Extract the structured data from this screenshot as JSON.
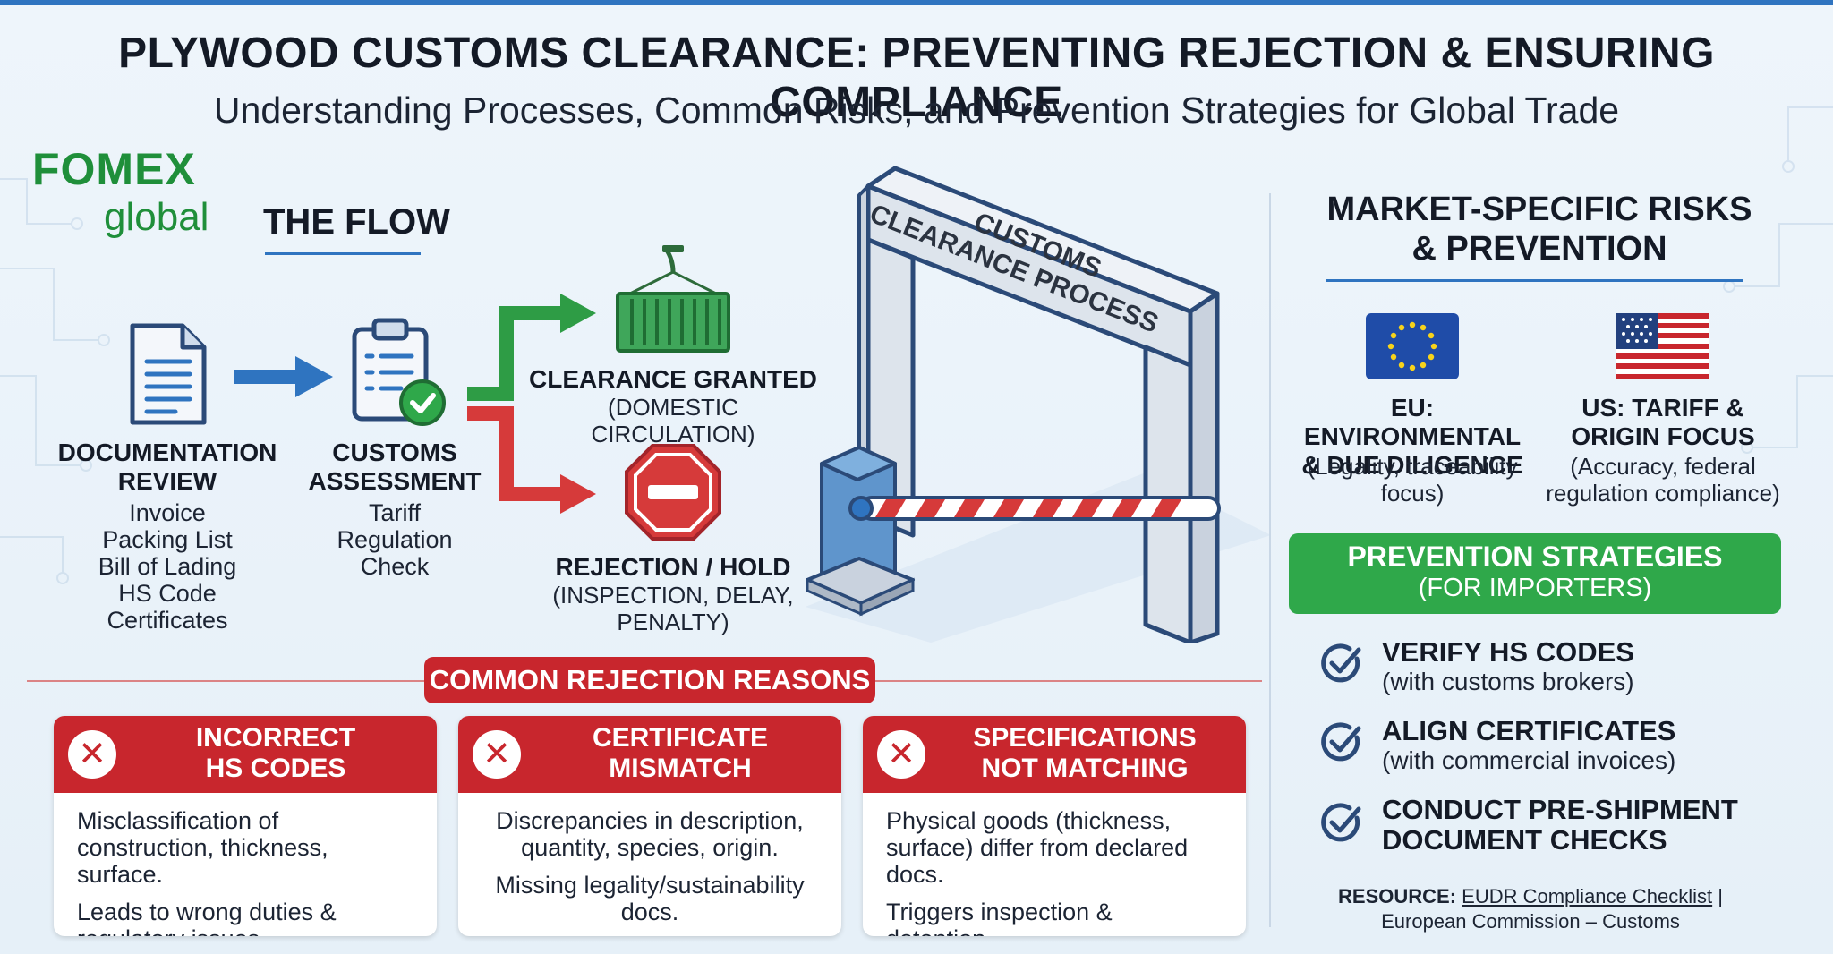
{
  "header": {
    "title": "PLYWOOD CUSTOMS CLEARANCE: PREVENTING REJECTION & ENSURING COMPLIANCE",
    "subtitle": "Understanding Processes, Common Risks, and Prevention Strategies for Global Trade"
  },
  "brand": {
    "logo_main": "FOMEX",
    "logo_sub": "global",
    "color": "#1f8f3a"
  },
  "flow": {
    "title": "THE FLOW",
    "steps": [
      {
        "title_lines": [
          "DOCUMENTATION",
          "REVIEW"
        ],
        "items": [
          "Invoice",
          "Packing List",
          "Bill of Lading",
          "HS Code",
          "Certificates"
        ],
        "icon": "document-icon"
      },
      {
        "title_lines": [
          "CUSTOMS",
          "ASSESSMENT"
        ],
        "items": [
          "Tariff",
          "Regulation",
          "Check"
        ],
        "icon": "clipboard-check-icon"
      }
    ],
    "outcomes": {
      "granted": {
        "title": "CLEARANCE GRANTED",
        "sub": "(DOMESTIC CIRCULATION)",
        "icon": "shipping-container-icon",
        "color": "#2e9c45"
      },
      "rejection": {
        "title": "REJECTION / HOLD",
        "sub_lines": [
          "(INSPECTION, DELAY,",
          "PENALTY)"
        ],
        "icon": "stop-sign-icon",
        "color": "#d63a3a"
      }
    }
  },
  "gate": {
    "label_line1": "CUSTOMS",
    "label_line2": "CLEARANCE PROCESS"
  },
  "reasons": {
    "label": "COMMON REJECTION REASONS",
    "cards": [
      {
        "title_lines": [
          "INCORRECT",
          "HS CODES"
        ],
        "body": [
          "Misclassification of construction, thickness, surface.",
          "Leads to wrong duties & regulatory issues."
        ]
      },
      {
        "title_lines": [
          "CERTIFICATE",
          "MISMATCH"
        ],
        "body": [
          "Discrepancies in description, quantity, species, origin.",
          "Missing legality/sustainability docs."
        ]
      },
      {
        "title_lines": [
          "SPECIFICATIONS",
          "NOT MATCHING"
        ],
        "body": [
          "Physical goods (thickness, surface) differ from declared docs.",
          "Triggers inspection & detention."
        ]
      }
    ]
  },
  "market": {
    "title_lines": [
      "MARKET-SPECIFIC RISKS",
      "& PREVENTION"
    ],
    "items": [
      {
        "title_lines": [
          "EU: ENVIRONMENTAL",
          "& DUE DILIGENCE"
        ],
        "sub_lines": [
          "(Legality, traceability",
          "focus)"
        ],
        "icon": "eu-flag-icon"
      },
      {
        "title_lines": [
          "US: TARIFF &",
          "ORIGIN FOCUS"
        ],
        "sub_lines": [
          "(Accuracy, federal",
          "regulation compliance)"
        ],
        "icon": "us-flag-icon"
      }
    ]
  },
  "prevention": {
    "title": "PREVENTION STRATEGIES",
    "subtitle": "(FOR IMPORTERS)",
    "strategies": [
      {
        "title_lines": [
          "VERIFY HS CODES"
        ],
        "sub": "(with customs brokers)"
      },
      {
        "title_lines": [
          "ALIGN CERTIFICATES"
        ],
        "sub": "(with commercial invoices)"
      },
      {
        "title_lines": [
          "CONDUCT PRE-SHIPMENT",
          "DOCUMENT CHECKS"
        ],
        "sub": ""
      }
    ]
  },
  "resource": {
    "label": "RESOURCE:",
    "link": "EUDR Compliance Checklist",
    "separator": " |",
    "line2": "European Commission – Customs"
  },
  "colors": {
    "blue": "#2f74c0",
    "green": "#2fa84a",
    "red": "#c8262d",
    "text": "#141a26"
  }
}
